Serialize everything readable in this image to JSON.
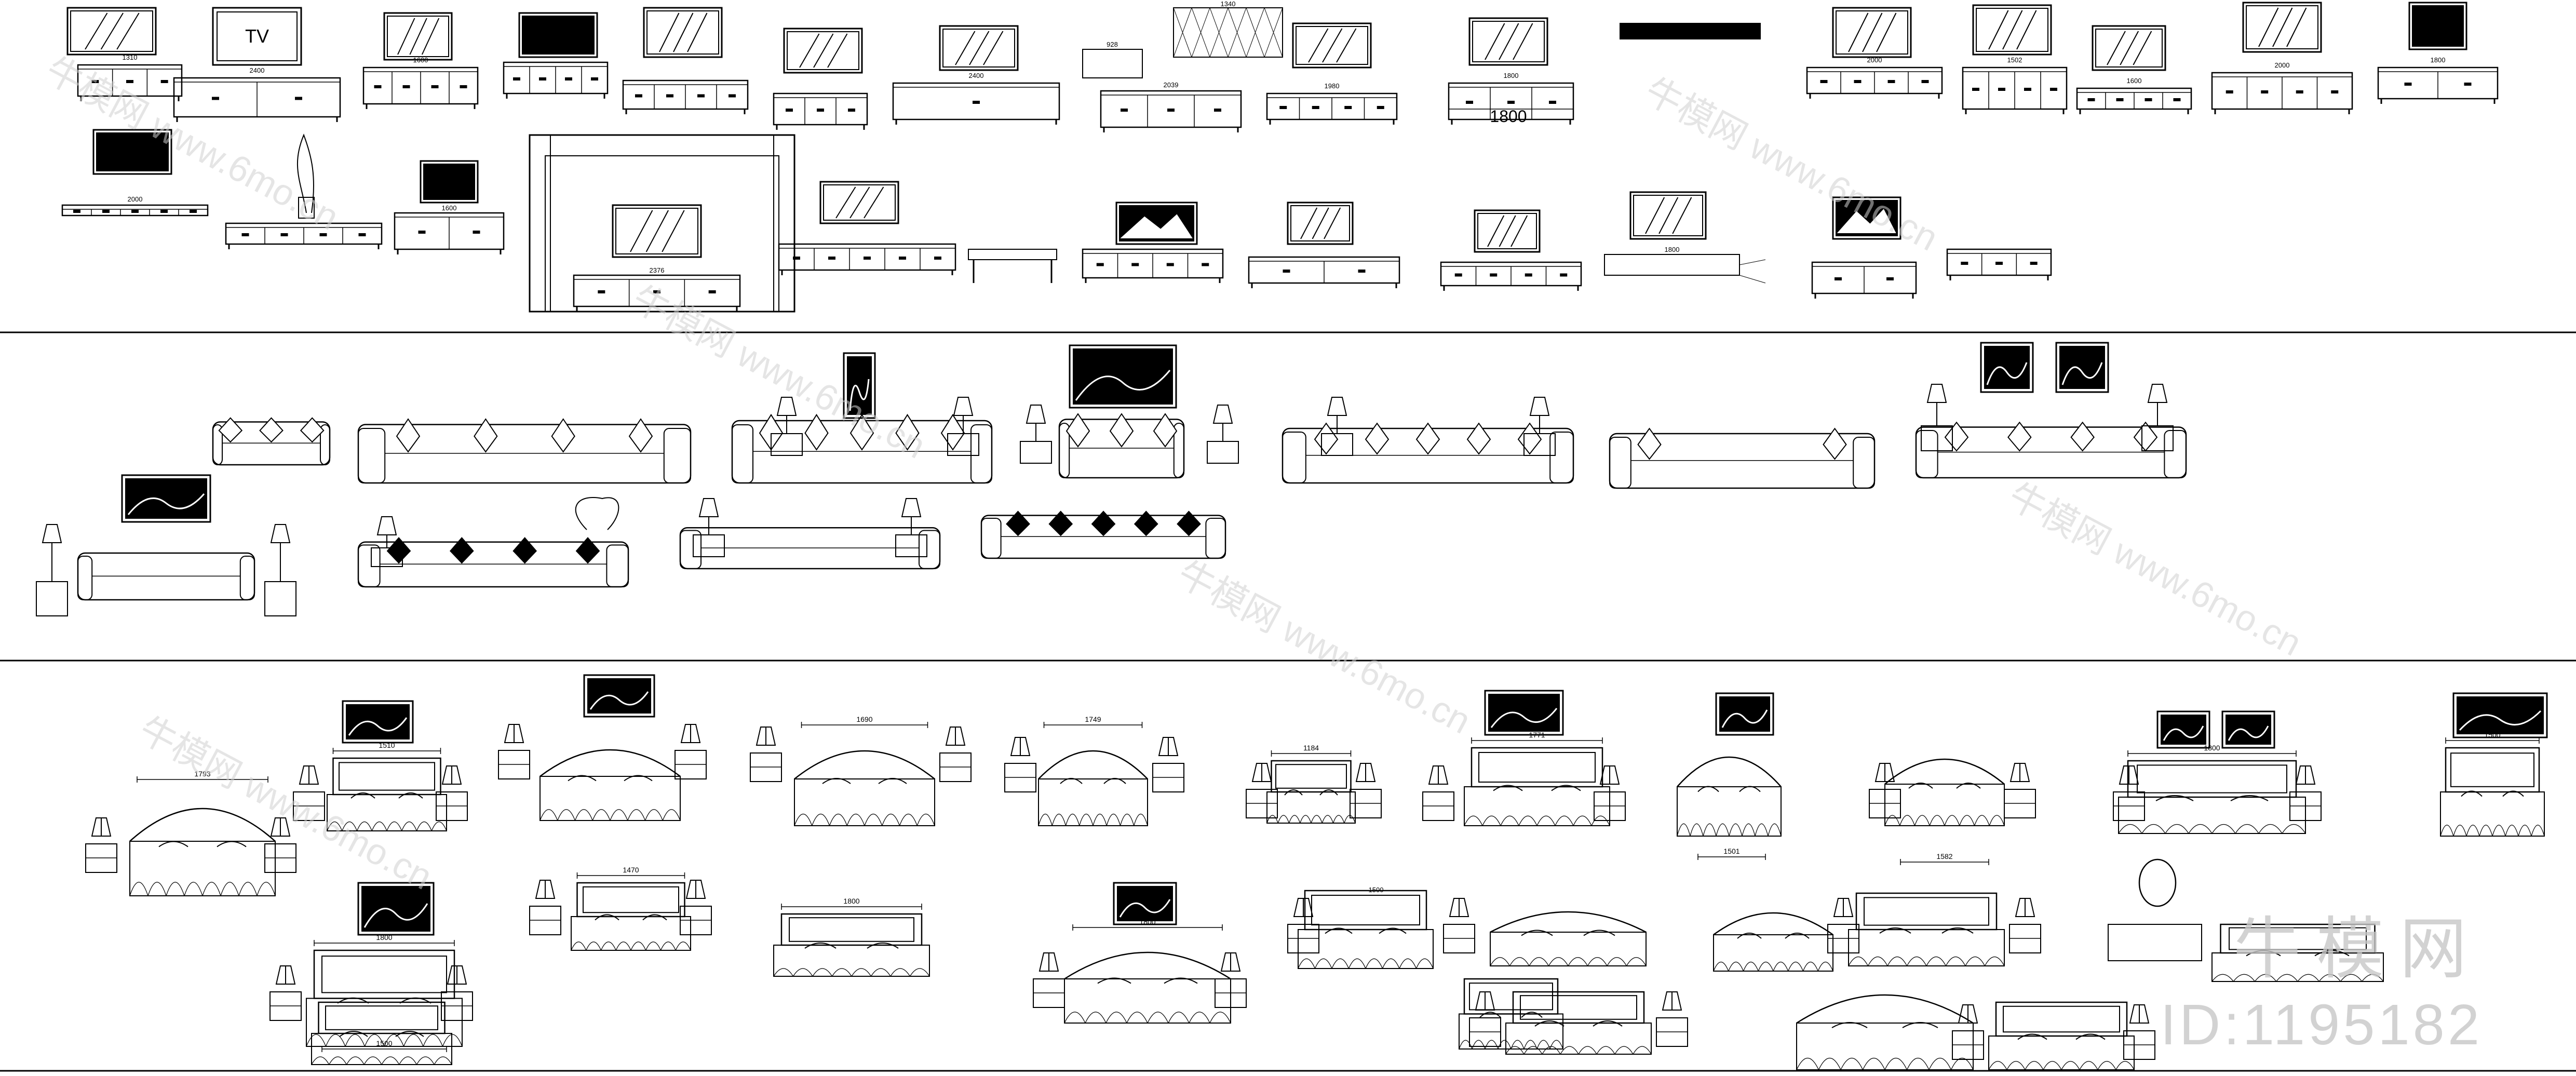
{
  "sheet": {
    "brand_watermark": "牛模网 www.6mo.cn",
    "stamp_brand": "牛模网",
    "stamp_code": "ID:1195182"
  },
  "sections": [
    {
      "id": "tv-cabinets",
      "label": ""
    },
    {
      "id": "sofas",
      "label": ""
    },
    {
      "id": "beds",
      "label": ""
    }
  ],
  "tv_dimensions": [
    "1310",
    "2400",
    "1600",
    "2400",
    "928",
    "1340",
    "2039",
    "1980",
    "1800",
    "2000",
    "1502",
    "1600",
    "2000",
    "1800",
    "2000",
    "1600",
    "2376",
    "1800"
  ],
  "bed_dimensions": [
    "1793",
    "1510",
    "1690",
    "1749",
    "1184",
    "1771",
    "1501",
    "1582",
    "1800",
    "1500",
    "1800",
    "1500",
    "1470",
    "1800",
    "1800",
    "1500"
  ],
  "tv_label": "TV",
  "colors": {
    "line": "#000000",
    "paper": "#ffffff",
    "watermark": "#cfcfcf"
  }
}
